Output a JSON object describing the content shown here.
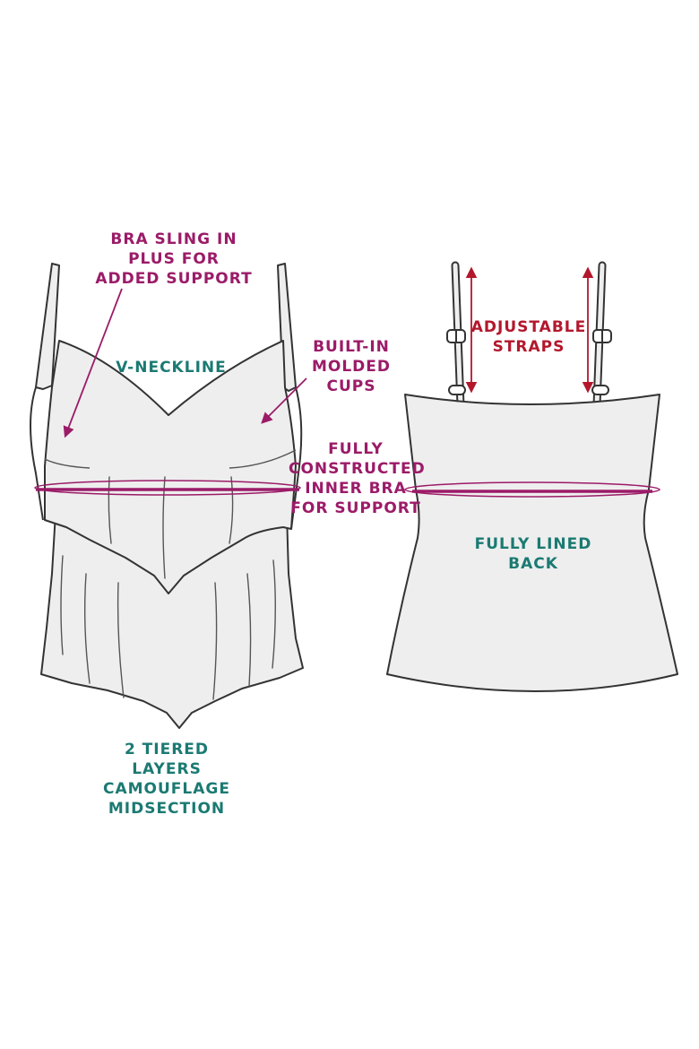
{
  "colors": {
    "magenta": "#9b1b68",
    "teal": "#1b7a72",
    "red": "#b3172c",
    "garment_fill": "#eeeeee",
    "garment_stroke": "#333333"
  },
  "labels": {
    "bra_sling": [
      "BRA SLING IN",
      "PLUS FOR",
      "ADDED SUPPORT"
    ],
    "v_neckline": [
      "V-NECKLINE"
    ],
    "molded_cups": [
      "BUILT-IN",
      "MOLDED",
      "CUPS"
    ],
    "inner_bra": [
      "FULLY",
      "CONSTRUCTED",
      "INNER BRA",
      "FOR SUPPORT"
    ],
    "tiered_layers": [
      "2 TIERED",
      "LAYERS",
      "CAMOUFLAGE",
      "MIDSECTION"
    ],
    "adjustable_straps": [
      "ADJUSTABLE",
      "STRAPS"
    ],
    "lined_back": [
      "FULLY LINED",
      "BACK"
    ]
  }
}
